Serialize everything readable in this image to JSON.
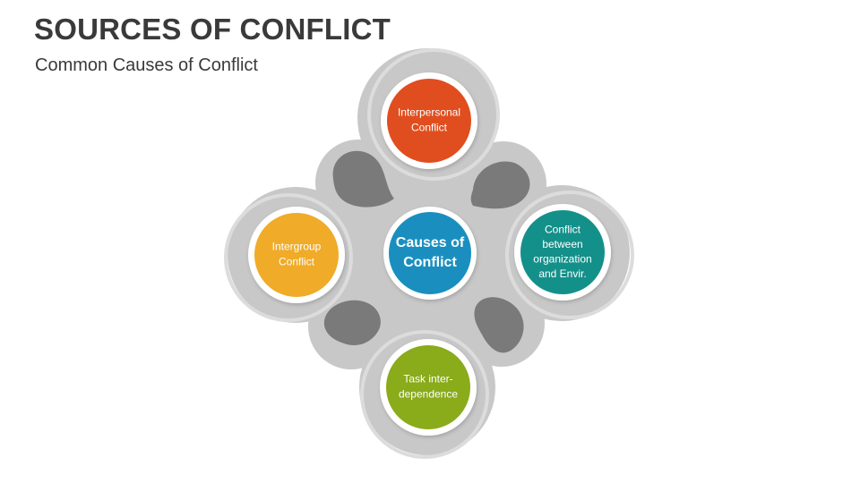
{
  "title": "SOURCES OF CONFLICT",
  "subtitle": "Common Causes of Conflict",
  "colors": {
    "text": "#3a3a3a",
    "shell": "#c8c8c8",
    "shell_ring": "#d6d6d6",
    "connector": "#7a7a7a",
    "center": "#1a8fbf",
    "top": "#e04e1f",
    "left": "#f0ab28",
    "right": "#14908a",
    "bottom": "#8aab1a"
  },
  "diagram": {
    "center": {
      "lines": [
        "Causes of",
        "Conflict"
      ]
    },
    "top": {
      "lines": [
        "Interpersonal",
        "Conflict"
      ]
    },
    "left": {
      "lines": [
        "Intergroup",
        "Conflict"
      ]
    },
    "right": {
      "lines": [
        "Conflict",
        "between",
        "organization",
        "and Envir."
      ]
    },
    "bottom": {
      "lines": [
        "Task inter-",
        "dependence"
      ]
    }
  }
}
